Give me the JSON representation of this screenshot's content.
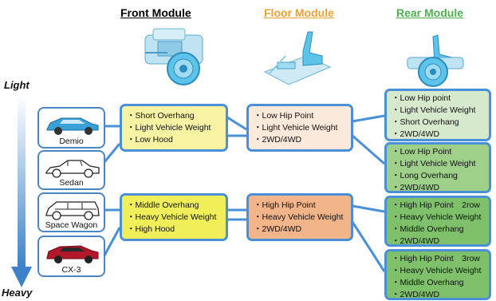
{
  "headers": {
    "front": "Front Module",
    "floor": "Floor Module",
    "rear": "Rear Module"
  },
  "colors": {
    "front_header": "#111111",
    "floor_header": "#f0a030",
    "rear_header": "#4caf50",
    "front_light": "#f7f3a2",
    "front_heavy": "#f0ef5a",
    "floor_light": "#fbe9dc",
    "floor_heavy": "#f2b489",
    "rear_1": "#d7e9cd",
    "rear_2": "#9ed08a",
    "rear_3": "#7fc06a",
    "rear_4": "#7fc06a",
    "border": "#4a90d9",
    "arrow": "#3b82c8"
  },
  "weight_scale": {
    "light": "Light",
    "heavy": "Heavy"
  },
  "vehicles": [
    "Demio",
    "Sedan",
    "Space Wagon",
    "CX-3"
  ],
  "front_boxes": [
    [
      "・Short Overhang",
      "・Light Vehicle Weight",
      "・Low Hood"
    ],
    [
      "・Middle Overhang",
      "・Heavy Vehicle Weight",
      "・High Hood"
    ]
  ],
  "floor_boxes": [
    [
      "・Low Hip Point",
      "・Light Vehicle Weight",
      "・2WD/4WD"
    ],
    [
      "・High Hip Point",
      "・Heavy Vehicle Weight",
      "・2WD/4WD"
    ]
  ],
  "rear_boxes": [
    [
      "・Low Hip point",
      "・Light Vehicle Weight",
      "・Short Overhang",
      "・2WD/4WD"
    ],
    [
      "・Low Hip Point",
      "・Light Vehicle Weight",
      "・Long Overhang",
      "・2WD/4WD"
    ],
    [
      "・High Hip Point　2row",
      "・Heavy Vehicle Weight",
      "・Middle Overhang",
      "・2WD/4WD"
    ],
    [
      "・High Hip Point　3row",
      "・Heavy Vehicle Weight",
      "・Middle Overhang",
      "・2WD/4WD"
    ]
  ],
  "module_images": [
    "front-module-image",
    "floor-module-image",
    "rear-module-image"
  ]
}
